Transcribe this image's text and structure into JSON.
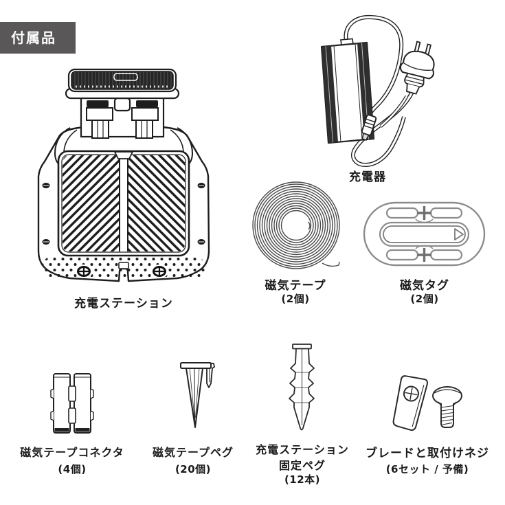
{
  "badge": {
    "label": "付属品"
  },
  "items": {
    "station": {
      "label": "充電ステーション"
    },
    "charger": {
      "label": "充電器"
    },
    "tape": {
      "label": "磁気テープ",
      "count": "(2個)"
    },
    "tag": {
      "label": "磁気タグ",
      "count": "(2個)"
    },
    "connector": {
      "label": "磁気テープコネクタ",
      "count": "(4個)"
    },
    "tape_peg": {
      "label": "磁気テープペグ",
      "count": "(20個)"
    },
    "station_peg": {
      "label": "充電ステーション",
      "label2": "固定ペグ",
      "count": "(12本)"
    },
    "blade": {
      "label": "ブレードと取付けネジ",
      "count": "(6セット / 予備)"
    }
  },
  "colors": {
    "badge_bg": "#595757",
    "line_dark": "#1d1d1d",
    "line_gray": "#8c8c8c",
    "text": "#1a1a1a",
    "background": "#ffffff"
  }
}
